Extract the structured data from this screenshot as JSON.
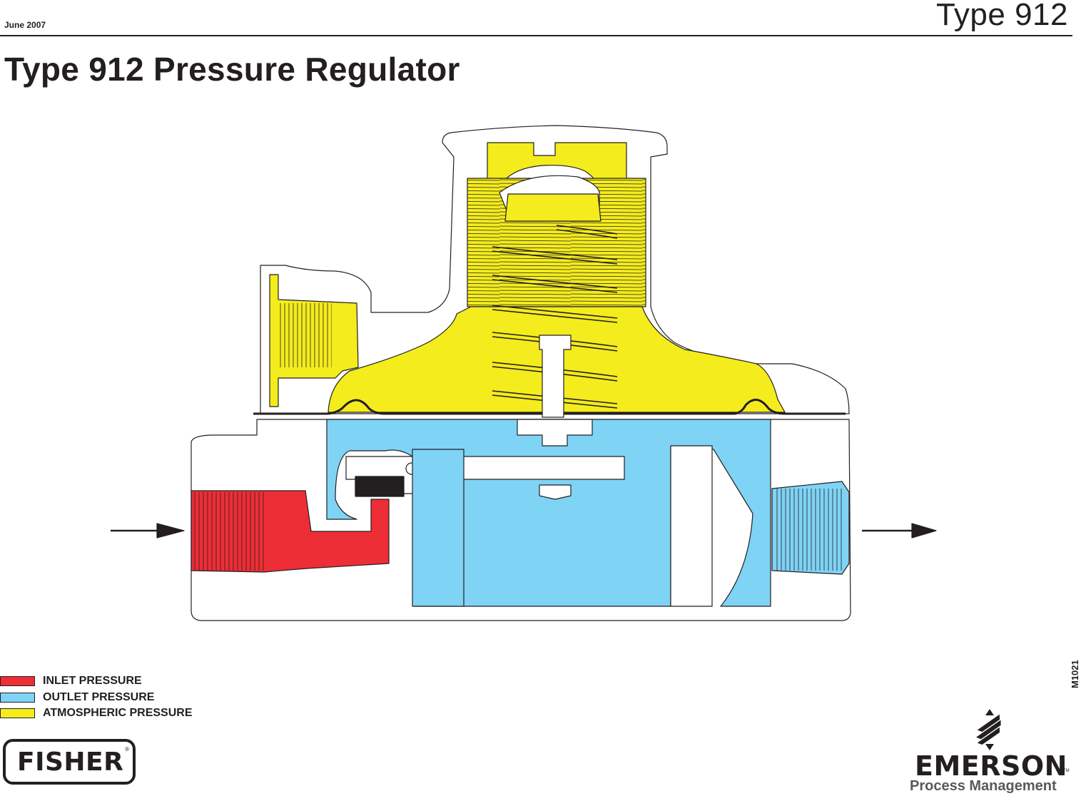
{
  "header": {
    "date": "June 2007",
    "doc_type": "Type 912",
    "title": "Type 912 Pressure Regulator"
  },
  "legend": [
    {
      "label": "INLET PRESSURE",
      "color": "#ee2e36"
    },
    {
      "label": "OUTLET PRESSURE",
      "color": "#7fd3f5"
    },
    {
      "label": "ATMOSPHERIC PRESSURE",
      "color": "#f4ec1c"
    }
  ],
  "figure_code": "M1021",
  "logos": {
    "fisher": "FISHER",
    "fisher_mark": "®",
    "emerson": "EMERSON",
    "emerson_mark": "TM",
    "emerson_sub": "Process Management"
  },
  "colors": {
    "inlet": "#ee2e36",
    "outlet": "#7fd3f5",
    "atmospheric": "#f4ec1c",
    "line": "#231f20"
  },
  "icons": [
    "flow-arrow-in-icon",
    "flow-arrow-out-icon",
    "emerson-logo-icon"
  ]
}
